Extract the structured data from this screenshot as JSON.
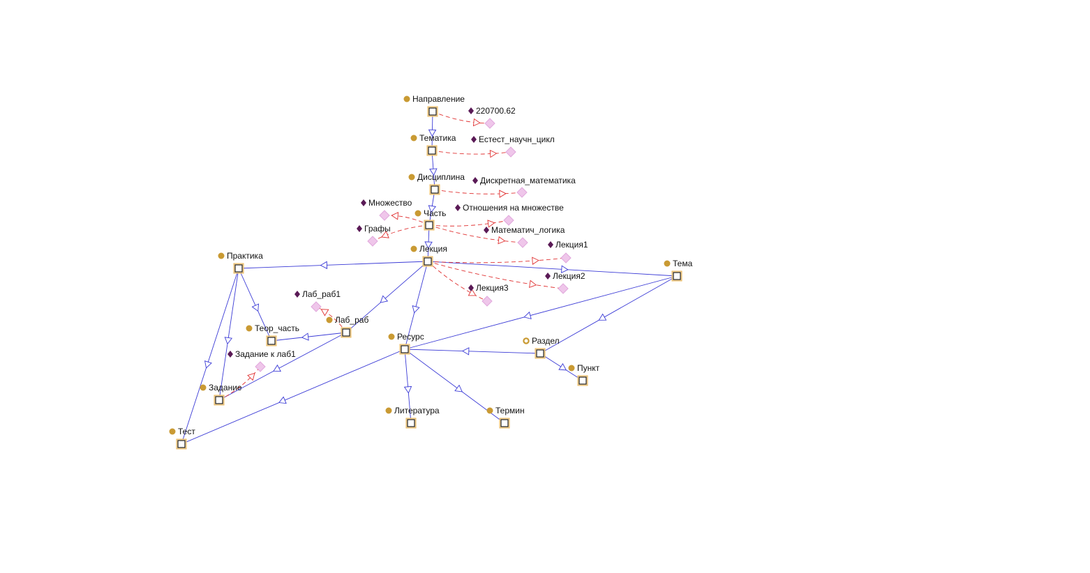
{
  "colors": {
    "class_bullet": "#c99a33",
    "instance_bullet": "#5a1a56",
    "isa_edge": "#3b3bd6",
    "instance_edge": "#e03030",
    "instance_box": "#efc6ea"
  },
  "classes": [
    {
      "id": "napravlenie",
      "label": "Направление",
      "icon": "class-bullet"
    },
    {
      "id": "tematika",
      "label": "Тематика",
      "icon": "class-bullet"
    },
    {
      "id": "disciplina",
      "label": "Дисциплина",
      "icon": "class-bullet"
    },
    {
      "id": "chast",
      "label": "Часть",
      "icon": "class-bullet"
    },
    {
      "id": "lekciya",
      "label": "Лекция",
      "icon": "class-bullet"
    },
    {
      "id": "praktika",
      "label": "Практика",
      "icon": "class-bullet"
    },
    {
      "id": "tema",
      "label": "Тема",
      "icon": "class-bullet"
    },
    {
      "id": "lab_rab",
      "label": "Лаб_раб",
      "icon": "class-bullet"
    },
    {
      "id": "teor_chast",
      "label": "Теор_часть",
      "icon": "class-bullet"
    },
    {
      "id": "resurs",
      "label": "Ресурс",
      "icon": "class-bullet"
    },
    {
      "id": "razdel",
      "label": "Раздел",
      "icon": "class-ring"
    },
    {
      "id": "punkt",
      "label": "Пункт",
      "icon": "class-bullet"
    },
    {
      "id": "zadanie",
      "label": "Задание",
      "icon": "class-bullet"
    },
    {
      "id": "literatura",
      "label": "Литература",
      "icon": "class-bullet"
    },
    {
      "id": "termin",
      "label": "Термин",
      "icon": "class-bullet"
    },
    {
      "id": "test",
      "label": "Тест",
      "icon": "class-bullet"
    }
  ],
  "instances": [
    {
      "id": "i220700",
      "label": "220700.62"
    },
    {
      "id": "estest",
      "label": "Естест_научн_цикл"
    },
    {
      "id": "diskret",
      "label": "Дискретная_математика"
    },
    {
      "id": "mnozhestvo",
      "label": "Множество"
    },
    {
      "id": "otnosheniya",
      "label": "Отношения на множестве"
    },
    {
      "id": "grafy",
      "label": "Графы"
    },
    {
      "id": "matlogika",
      "label": "Математич_логика"
    },
    {
      "id": "lekciya1",
      "label": "Лекция1"
    },
    {
      "id": "lekciya2",
      "label": "Лекция2"
    },
    {
      "id": "lekciya3",
      "label": "Лекция3"
    },
    {
      "id": "lab_rab1",
      "label": "Лаб_раб1"
    },
    {
      "id": "zadanie_k_lab1",
      "label": "Задание к лаб1"
    }
  ],
  "isa_edges": [
    [
      "napravlenie",
      "tematika"
    ],
    [
      "tematika",
      "disciplina"
    ],
    [
      "disciplina",
      "chast"
    ],
    [
      "chast",
      "lekciya"
    ],
    [
      "lekciya",
      "praktika"
    ],
    [
      "lekciya",
      "tema"
    ],
    [
      "lekciya",
      "lab_rab"
    ],
    [
      "lekciya",
      "resurs"
    ],
    [
      "praktika",
      "teor_chast"
    ],
    [
      "praktika",
      "zadanie"
    ],
    [
      "praktika",
      "test"
    ],
    [
      "lab_rab",
      "teor_chast"
    ],
    [
      "lab_rab",
      "zadanie"
    ],
    [
      "tema",
      "resurs"
    ],
    [
      "tema",
      "razdel"
    ],
    [
      "razdel",
      "resurs"
    ],
    [
      "razdel",
      "punkt"
    ],
    [
      "resurs",
      "literatura"
    ],
    [
      "resurs",
      "termin"
    ],
    [
      "resurs",
      "test"
    ]
  ],
  "instance_edges": [
    [
      "napravlenie",
      "i220700"
    ],
    [
      "tematika",
      "estest"
    ],
    [
      "disciplina",
      "diskret"
    ],
    [
      "chast",
      "mnozhestvo"
    ],
    [
      "chast",
      "otnosheniya"
    ],
    [
      "chast",
      "grafy"
    ],
    [
      "chast",
      "matlogika"
    ],
    [
      "lekciya",
      "lekciya1"
    ],
    [
      "lekciya",
      "lekciya2"
    ],
    [
      "lekciya",
      "lekciya3"
    ],
    [
      "lab_rab",
      "lab_rab1"
    ],
    [
      "zadanie",
      "zadanie_k_lab1"
    ]
  ]
}
